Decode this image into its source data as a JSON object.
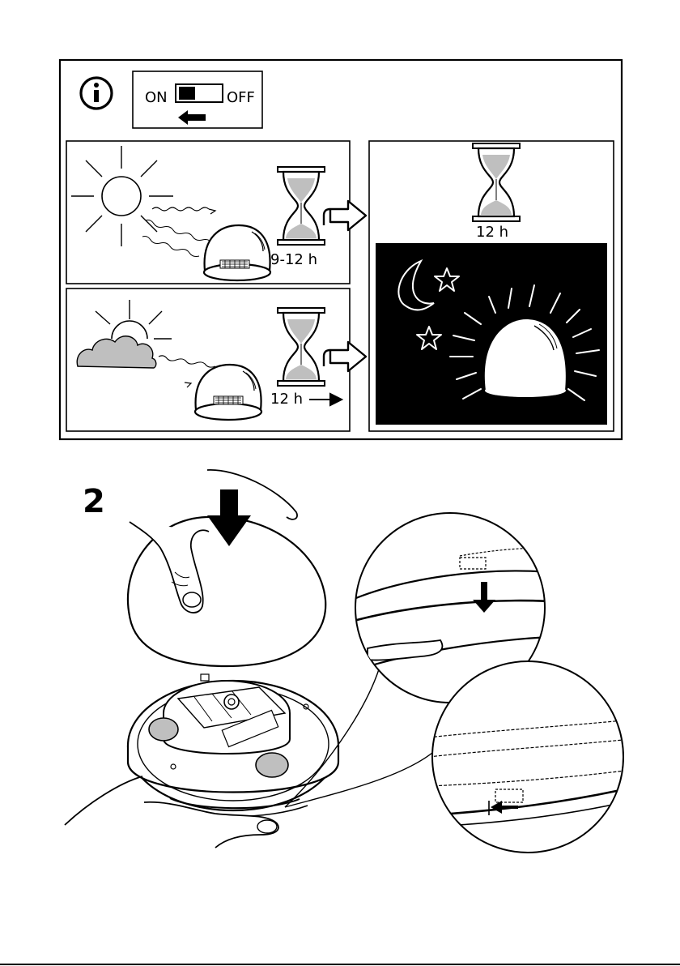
{
  "info_panel": {
    "switch": {
      "on_label": "ON",
      "off_label": "OFF"
    },
    "sunny": {
      "duration_label": "9-12 h"
    },
    "cloudy": {
      "duration_label": "12 h"
    },
    "night": {
      "duration_label": "12 h"
    }
  },
  "step": {
    "number": "2"
  },
  "colors": {
    "ink": "#000000",
    "shade": "#bfbfbf",
    "night_bg": "#000000"
  },
  "icons": [
    "info-icon",
    "sun-icon",
    "cloud-icon",
    "hourglass-icon",
    "outline-arrow-icon",
    "moon-icon",
    "star-icon",
    "down-arrow-icon"
  ]
}
